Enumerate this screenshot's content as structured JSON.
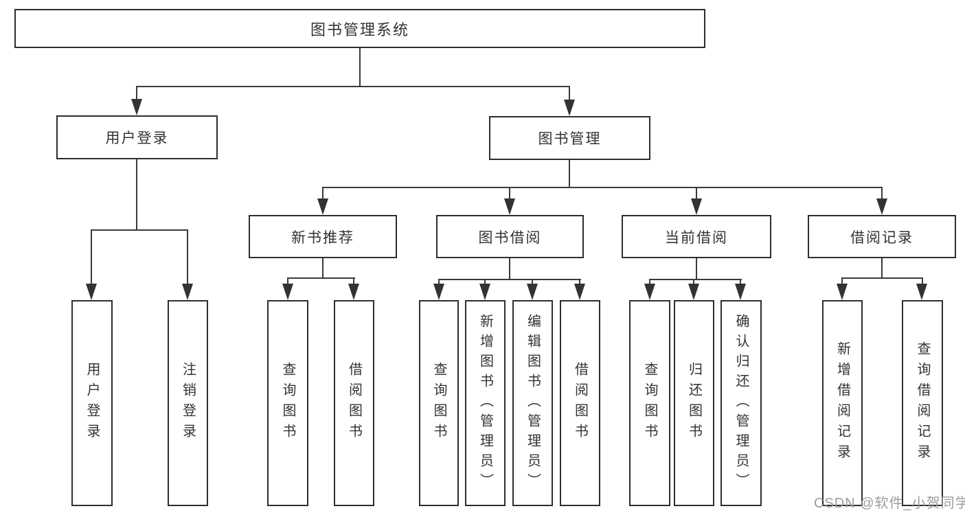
{
  "diagram": {
    "root": {
      "label": "图书管理系统",
      "children": [
        {
          "label": "用户登录",
          "children": [
            {
              "label": "用户登录"
            },
            {
              "label": "注销登录"
            }
          ]
        },
        {
          "label": "图书管理",
          "children": [
            {
              "label": "新书推荐",
              "children": [
                {
                  "label": "查询图书"
                },
                {
                  "label": "借阅图书"
                }
              ]
            },
            {
              "label": "图书借阅",
              "children": [
                {
                  "label": "查询图书"
                },
                {
                  "label": "新增图书（管理员）"
                },
                {
                  "label": "编辑图书（管理员）"
                },
                {
                  "label": "借阅图书"
                }
              ]
            },
            {
              "label": "当前借阅",
              "children": [
                {
                  "label": "查询图书"
                },
                {
                  "label": "归还图书"
                },
                {
                  "label": "确认归还（管理员）"
                }
              ]
            },
            {
              "label": "借阅记录",
              "children": [
                {
                  "label": "新增借阅记录"
                },
                {
                  "label": "查询借阅记录"
                }
              ]
            }
          ]
        }
      ]
    },
    "watermark": "CSDN @软件_小贺同学",
    "colors": {
      "box_border": "#2d2d2d",
      "line": "#3a3a3a",
      "text": "#333333",
      "watermark": "#9c9c9c",
      "background": "#ffffff"
    }
  }
}
